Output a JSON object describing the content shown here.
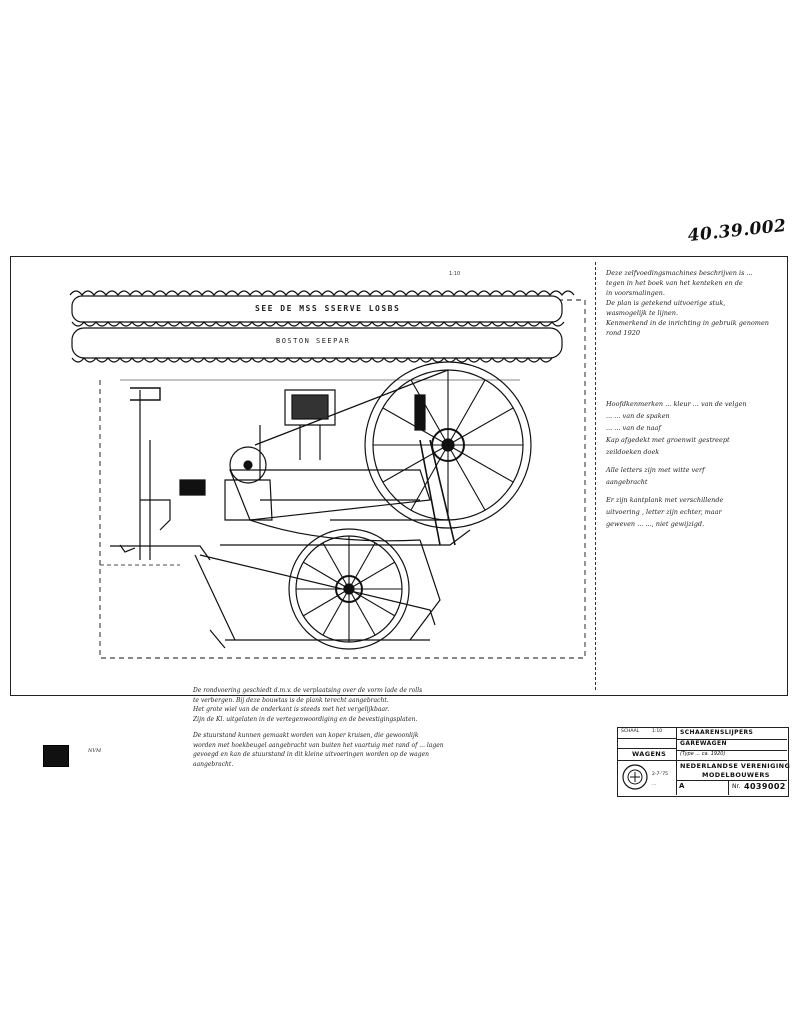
{
  "drawing_number_handwritten": "40.39.002",
  "banner": {
    "top": "SEE DE MSS SSERVE LOSBS",
    "bottom": "BOSTON SEEPAR"
  },
  "side_notes": {
    "block1": [
      "Deze zelfvoedingsmachines beschrijven is ... ",
      "tegen in het boek van het kenteken en de",
      "in voorsmalingen.",
      "De plan is getekend uitvoerige stuk,",
      "wasmogelijk te lijnen.",
      "Kenmerkend in de inrichting in gebruik genomen",
      "rond 1920"
    ],
    "block2": [
      "Hoofdkenmerken    ...  kleur  ... van de velgen",
      "                       ...  ... van de spaken",
      "                       ...  ... van de naaf",
      "Kap afgedekt met groenwit gestreept",
      "zeildoeken doek",
      "Alle letters zijn met witte verf",
      "aangebracht",
      "Er zijn kantplank met verschillende",
      "uitvoering , letter zijn echter, maar",
      "geweven ...  ..., niet gewijzigd."
    ]
  },
  "bottom_notes": [
    "De rondvoering geschiedt d.m.v. de verplaatsing over de vorm lade de rolls",
    "te verbergen. Bij deze bouwtas is de plank terecht aangebracht.",
    "Het grote wiel van de onderkant is steeds met het vergelijkbaar.",
    "Zijn de Kl. uitgelaten in de vertegenwoordiging en de bevestigingsplaten.",
    "De stuurstand kunnen gemaakt worden van koper kruisen, die gewoonlijk",
    "worden met hoekbeugel aangebracht van buiten het vaartuig met rand of ... lagen",
    "gevoegd en kan de stuurstand in dit kleine uitvoeringen worden op de wagen",
    "aangebracht."
  ],
  "title_block": {
    "small_label_1": "SCHAAL",
    "small_label_2": "1:10",
    "category": "WAGENS",
    "title_line1": "SCHAARENSLIJPERS",
    "title_line2": "GAREWAGEN",
    "title_line3": "(Type ... ca. 1920)",
    "org_line1": "NEDERLANDSE VERENIGING",
    "org_line2": "MODELBOUWERS",
    "date1": "2-7-'75",
    "date2": "...",
    "sheet_letter": "A",
    "nr_label": "Nr.",
    "nr_value": "4039002"
  },
  "logo_caption": "NVM",
  "scale_note": "1:10"
}
